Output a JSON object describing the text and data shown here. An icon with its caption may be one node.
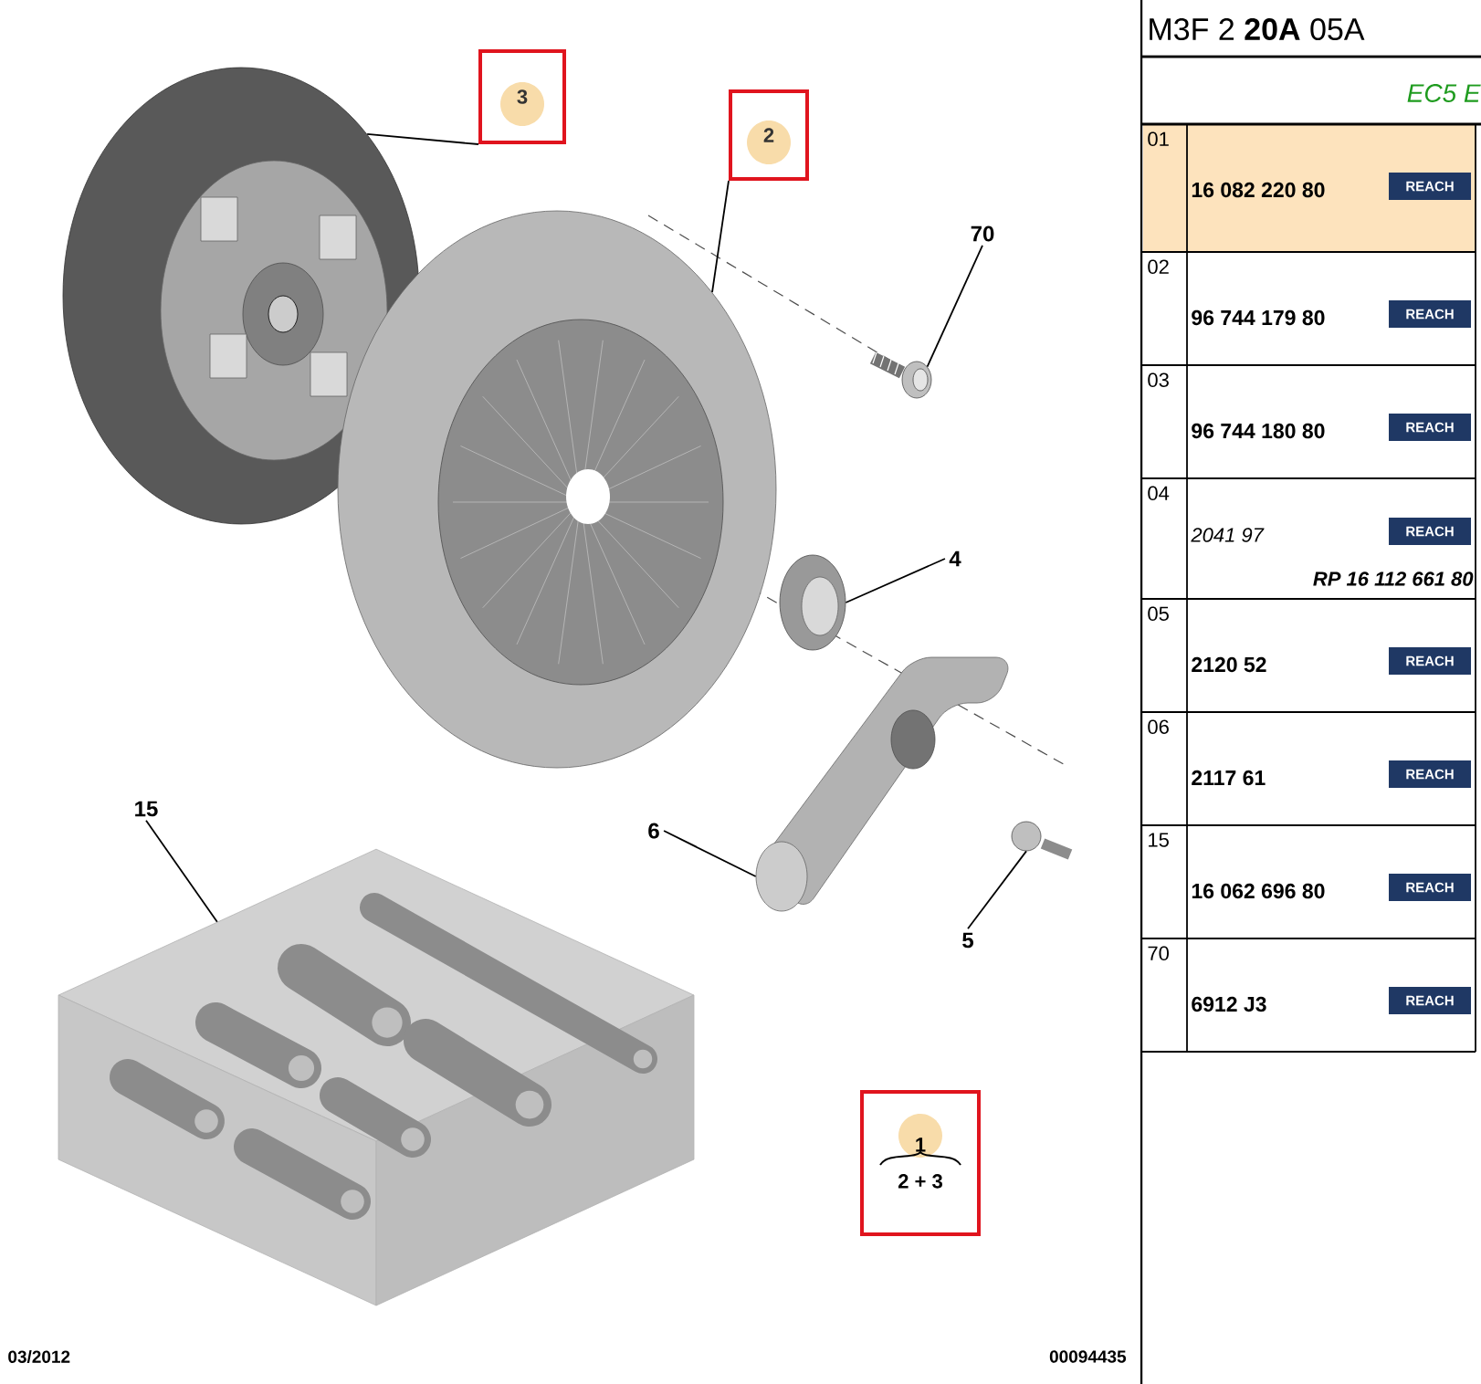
{
  "diagram": {
    "nodes": [
      {
        "text": [
          "3"
        ]
      },
      {
        "text": [
          "2"
        ]
      },
      {
        "text": [
          "70"
        ]
      },
      {
        "text": [
          "4"
        ]
      },
      {
        "text": [
          "6"
        ]
      },
      {
        "text": [
          "5"
        ]
      },
      {
        "text": [
          "15"
        ]
      },
      {
        "text": [
          "1",
          "2 + 3"
        ]
      },
      {
        "text": [],
        "shape": "picture"
      },
      {
        "text": [],
        "shape": "picture"
      },
      {
        "text": [],
        "shape": "picture"
      },
      {
        "text": [],
        "shape": "picture"
      },
      {
        "text": [],
        "shape": "picture"
      },
      {
        "text": [],
        "shape": "picture"
      },
      {
        "text": [],
        "shape": "picture"
      }
    ],
    "edges": [
      {
        "from": 0,
        "to": 8,
        "arrow": "none"
      },
      {
        "from": 1,
        "to": 9,
        "arrow": "none"
      },
      {
        "from": 2,
        "to": 10,
        "arrow": "none"
      },
      {
        "from": 3,
        "to": 11,
        "arrow": "none"
      },
      {
        "from": 4,
        "to": 12,
        "arrow": "none"
      },
      {
        "from": 5,
        "to": 13,
        "arrow": "none"
      },
      {
        "from": 6,
        "to": 14,
        "arrow": "none"
      }
    ],
    "labels": [
      "M3F 2 **20A** 05A",
      "EC5 E",
      "01",
      "16 082 220 80",
      "REACH",
      "02",
      "96 744 179 80",
      "REACH",
      "03",
      "96 744 180 80",
      "REACH",
      "04",
      "2041 97",
      "REACH",
      "RP 16 112 661 80",
      "05",
      "2120 52",
      "REACH",
      "06",
      "2117 61",
      "REACH",
      "15",
      "16 062 696 80",
      "REACH",
      "70",
      "6912 J3",
      "REACH",
      "03/2012",
      "00094435"
    ]
  }
}
